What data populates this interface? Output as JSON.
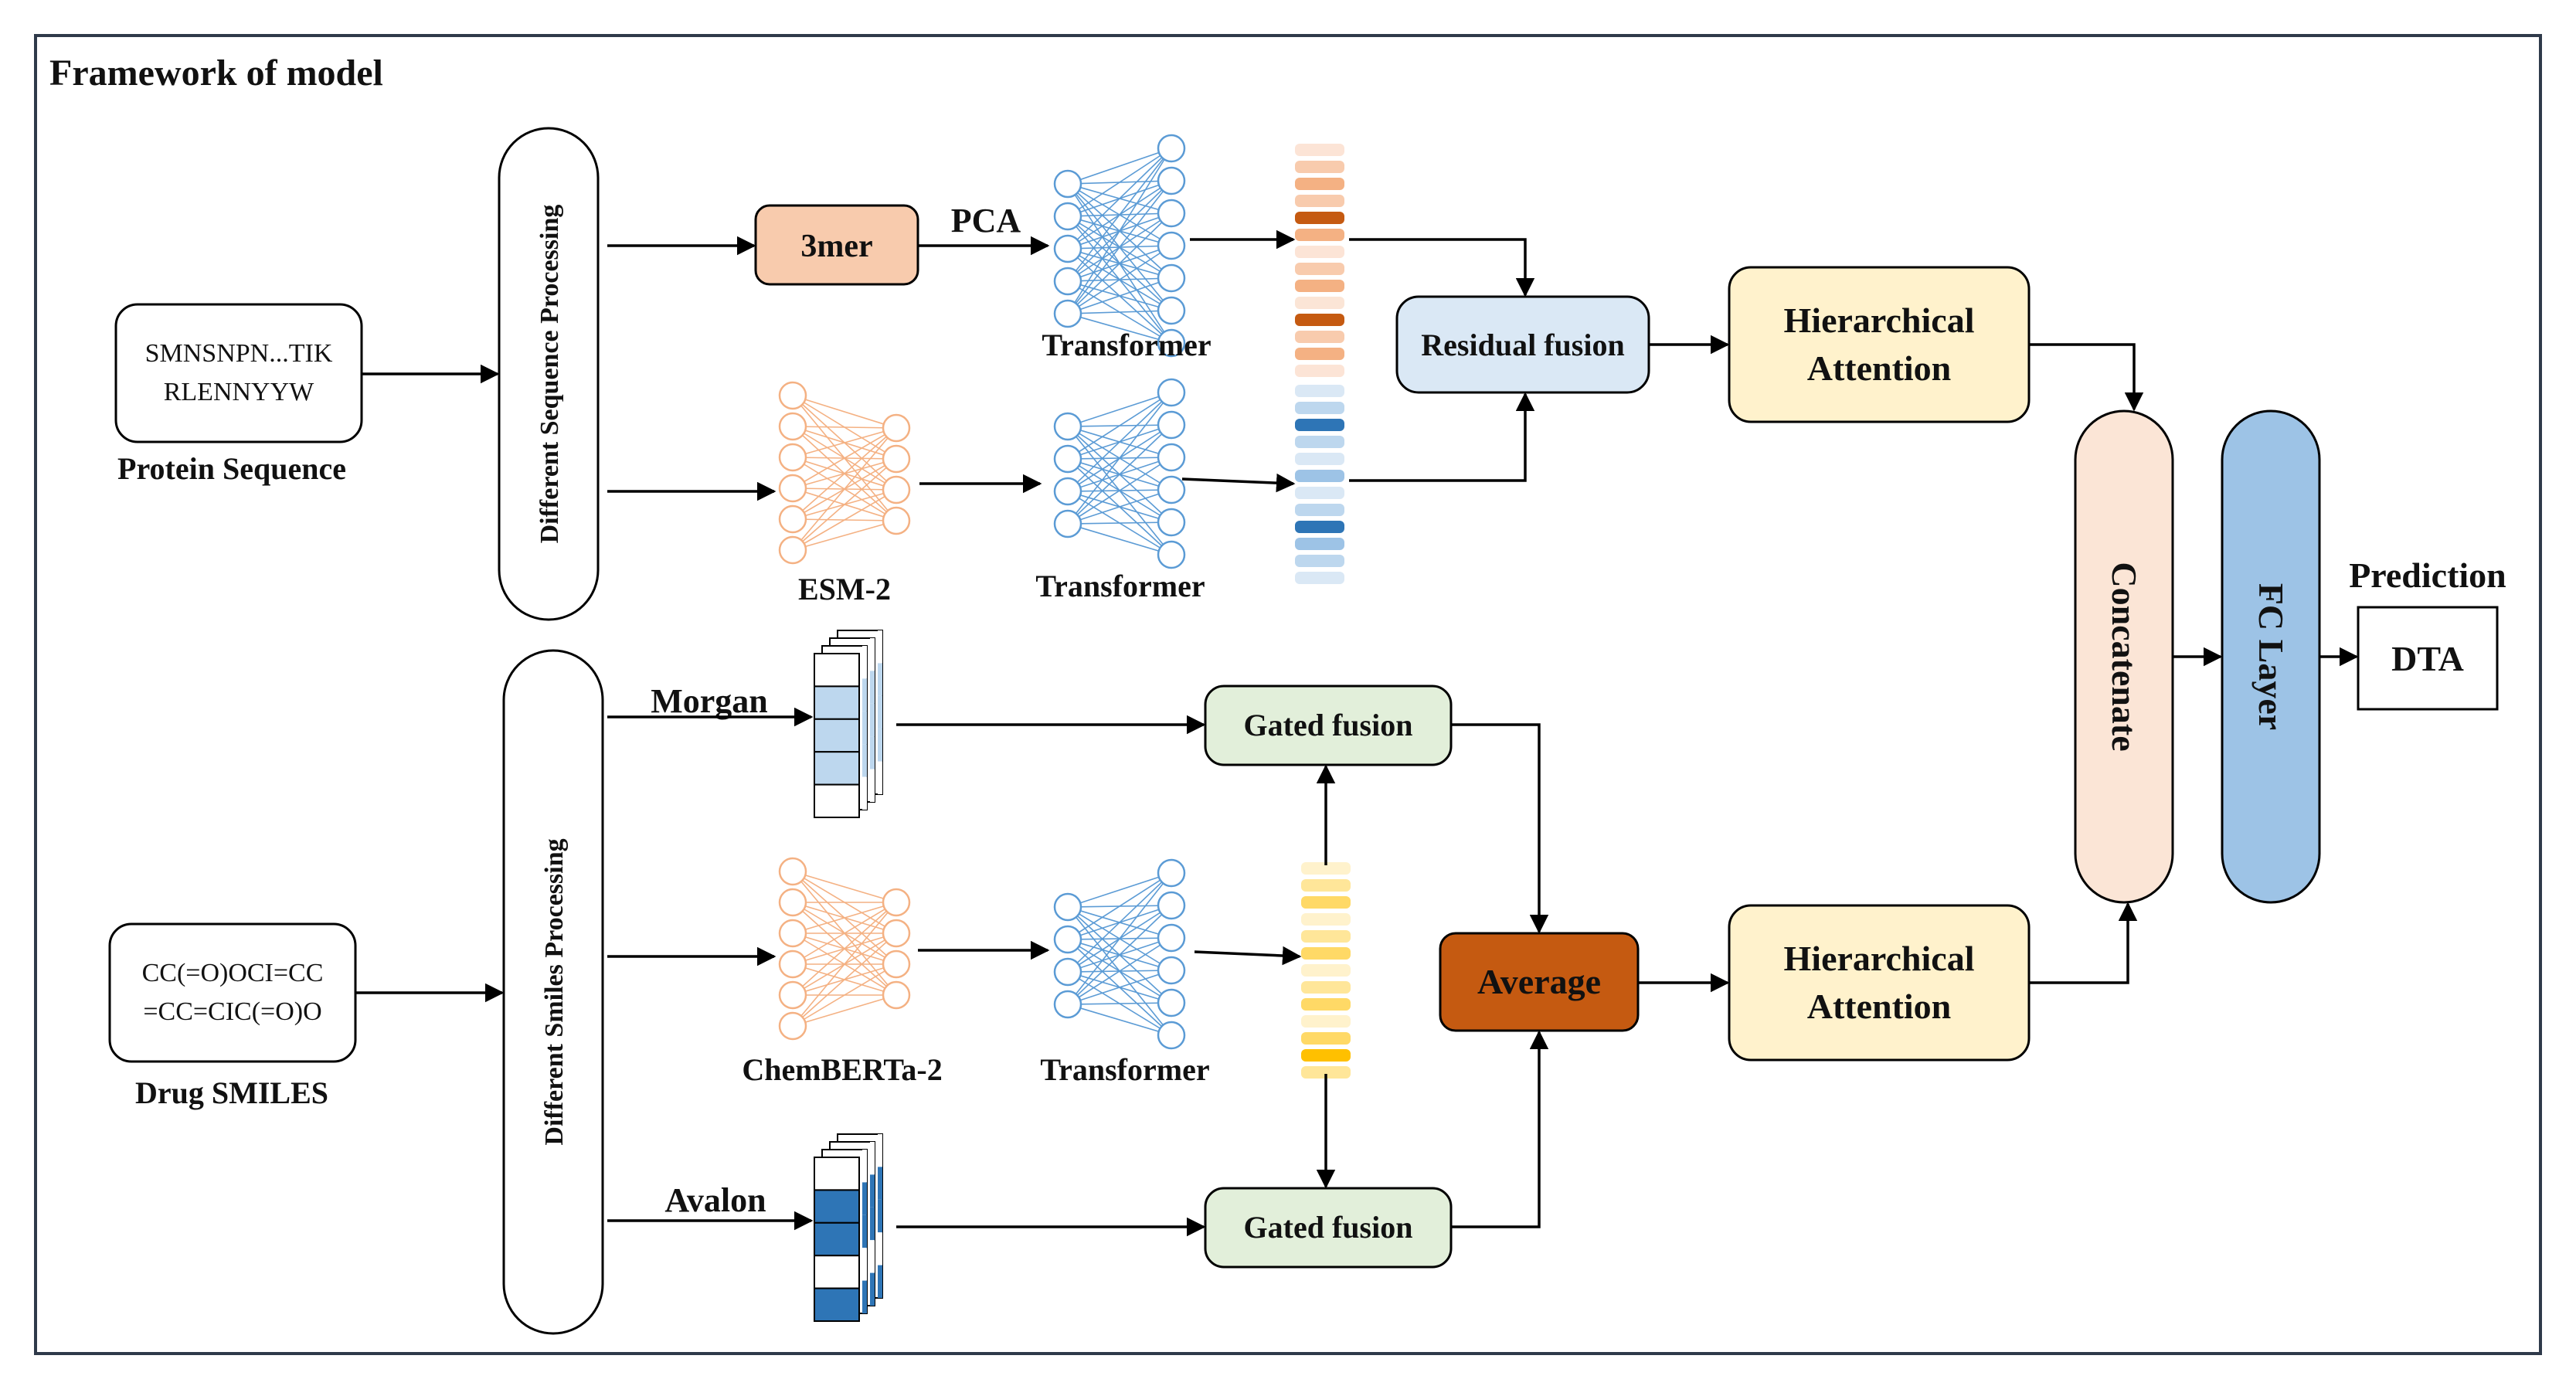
{
  "title": "Framework of model",
  "protein": {
    "sequence_line1": "SMNSNPN...TIK",
    "sequence_line2": "RLENNYYW",
    "caption": "Protein Sequence"
  },
  "drug": {
    "smiles_line1": "CC(=O)OCI=CC",
    "smiles_line2": "=CC=CIC(=O)O",
    "caption": "Drug SMILES"
  },
  "processing": {
    "sequence": "Different Sequence Processing",
    "smiles": "Different Smiles Processing"
  },
  "protein_branch": {
    "kmer": "3mer",
    "pca": "PCA",
    "transformer_top": "Transformer",
    "esm": "ESM-2",
    "transformer_bottom": "Transformer",
    "residual_fusion": "Residual fusion",
    "attention_line1": "Hierarchical",
    "attention_line2": "Attention"
  },
  "drug_branch": {
    "morgan": "Morgan",
    "avalon": "Avalon",
    "chemberta": "ChemBERTa-2",
    "transformer": "Transformer",
    "gated_fusion_top": "Gated fusion",
    "gated_fusion_bottom": "Gated fusion",
    "average": "Average",
    "attention_line1": "Hierarchical",
    "attention_line2": "Attention"
  },
  "head": {
    "concatenate": "Concatenate",
    "fc_layer": "FC Layer",
    "prediction_label": "Prediction",
    "output": "DTA"
  },
  "colors": {
    "kmer_fill": "#f8cbad",
    "residual_fill": "#dae8f5",
    "attention_fill": "#fff2cc",
    "gated_fill": "#e2efda",
    "average_fill": "#c55a11",
    "concat_fill": "#fbe5d6",
    "fc_fill": "#9dc3e6",
    "net_blue": "#5b9bd5",
    "net_orange": "#f4b183"
  }
}
